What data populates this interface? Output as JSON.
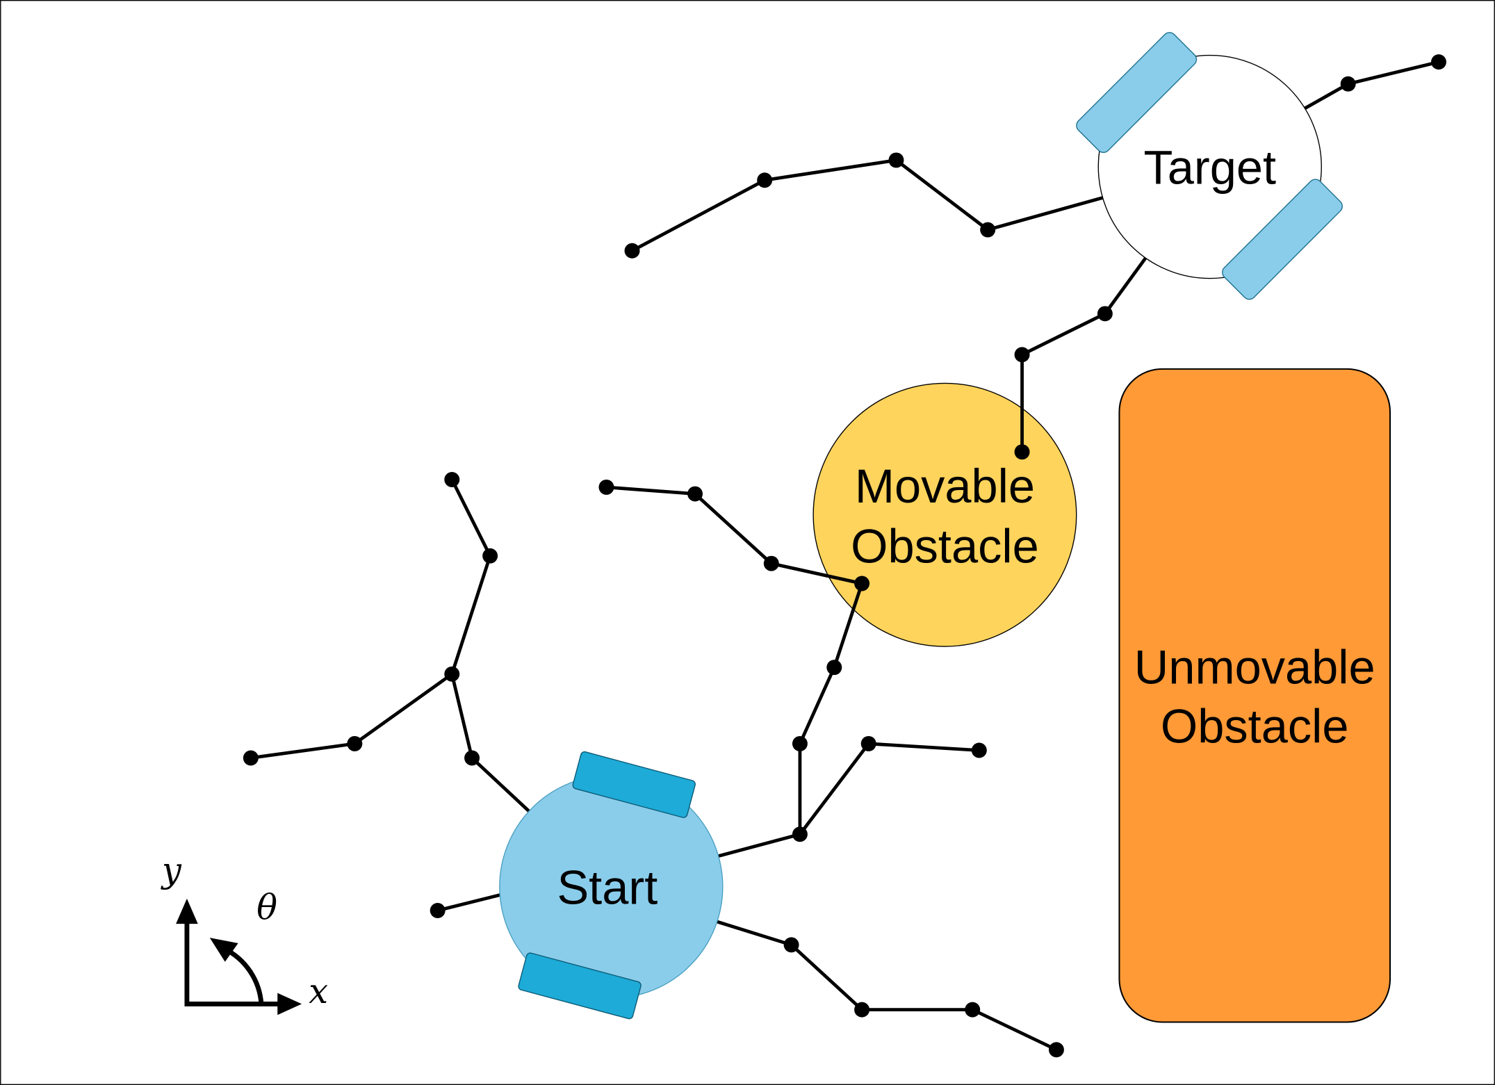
{
  "labels": {
    "target": "Target",
    "movable_line1": "Movable",
    "movable_line2": "Obstacle",
    "unmovable_line1": "Unmovable",
    "unmovable_line2": "Obstacle",
    "start": "Start"
  },
  "axes": {
    "x": "x",
    "y": "y",
    "theta": "θ"
  },
  "colors": {
    "start_body": "#8ACDEB",
    "start_wheels": "#1EABD7",
    "target_body": "#FFFFFF",
    "target_wheels": "#8ACDEB",
    "movable_obstacle": "#FFD45C",
    "unmovable_obstacle": "#FF9A36",
    "tree": "#000000"
  }
}
